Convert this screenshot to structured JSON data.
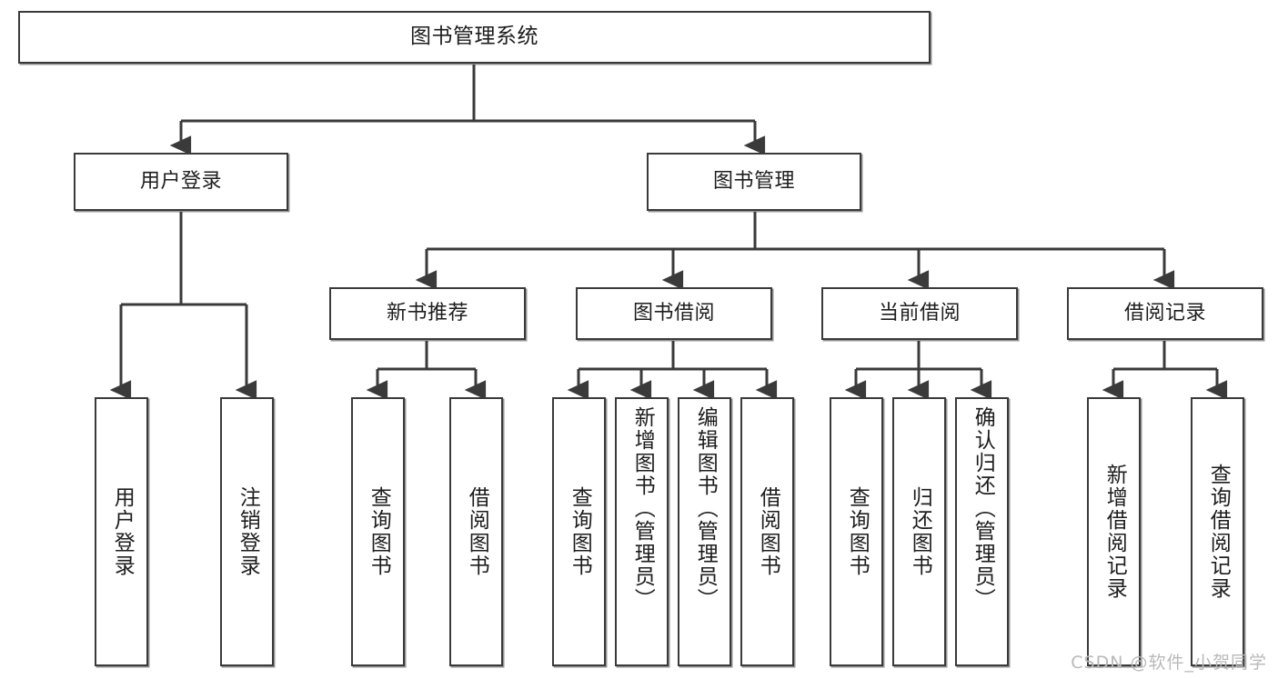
{
  "diagram": {
    "type": "tree",
    "title": "图书管理系统",
    "orientation": "top-down",
    "colors": {
      "box_border": "#3a3a3a",
      "box_fill": "#ffffff",
      "connector": "#3a3a3a",
      "text": "#1d1d1d",
      "watermark": "#b9b9b9"
    },
    "root": {
      "label": "图书管理系统"
    },
    "level2": [
      {
        "label": "用户登录"
      },
      {
        "label": "图书管理"
      }
    ],
    "level3": [
      {
        "label": "新书推荐"
      },
      {
        "label": "图书借阅"
      },
      {
        "label": "当前借阅"
      },
      {
        "label": "借阅记录"
      }
    ],
    "leaves": {
      "user_login": [
        {
          "label": "用户登录"
        },
        {
          "label": "注销登录"
        }
      ],
      "new_book_recommend": [
        {
          "label": "查询图书"
        },
        {
          "label": "借阅图书"
        }
      ],
      "book_borrow": [
        {
          "label": "查询图书"
        },
        {
          "label": "新增图书（管理员）"
        },
        {
          "label": "编辑图书（管理员）"
        },
        {
          "label": "借阅图书"
        }
      ],
      "current_borrow": [
        {
          "label": "查询图书"
        },
        {
          "label": "归还图书"
        },
        {
          "label": "确认归还（管理员）"
        }
      ],
      "borrow_record": [
        {
          "label": "新增借阅记录"
        },
        {
          "label": "查询借阅记录"
        }
      ]
    },
    "watermark": "CSDN @软件_小贺同学"
  }
}
